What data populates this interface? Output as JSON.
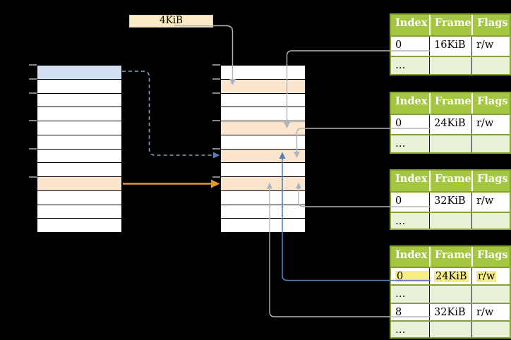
{
  "diagram": {
    "size_label": {
      "text": "4KiB"
    },
    "memory_columns": {
      "left": {
        "rows": [
          "blue",
          "white",
          "white",
          "white",
          "white",
          "white",
          "white",
          "white",
          "orange",
          "white",
          "white",
          "white"
        ],
        "tick_rows": [
          0,
          1,
          2,
          4,
          6,
          8
        ]
      },
      "middle": {
        "rows": [
          "white",
          "orange",
          "white",
          "white",
          "orange",
          "white",
          "orange",
          "white",
          "orange",
          "white",
          "white",
          "white"
        ],
        "tick_rows": [
          0,
          1,
          2,
          4,
          6,
          8
        ]
      }
    },
    "page_tables": [
      {
        "headers": [
          "Index",
          "Frame",
          "Flags"
        ],
        "rows": [
          {
            "cells": [
              "0",
              "16KiB",
              "r/w"
            ],
            "dots": false,
            "highlight": false
          },
          {
            "cells": [
              "…",
              "",
              ""
            ],
            "dots": true,
            "highlight": false
          }
        ]
      },
      {
        "headers": [
          "Index",
          "Frame",
          "Flags"
        ],
        "rows": [
          {
            "cells": [
              "0",
              "24KiB",
              "r/w"
            ],
            "dots": false,
            "highlight": false
          },
          {
            "cells": [
              "…",
              "",
              ""
            ],
            "dots": true,
            "highlight": false
          }
        ]
      },
      {
        "headers": [
          "Index",
          "Frame",
          "Flags"
        ],
        "rows": [
          {
            "cells": [
              "0",
              "32KiB",
              "r/w"
            ],
            "dots": false,
            "highlight": false
          },
          {
            "cells": [
              "…",
              "",
              ""
            ],
            "dots": true,
            "highlight": false
          }
        ]
      },
      {
        "headers": [
          "Index",
          "Frame",
          "Flags"
        ],
        "rows": [
          {
            "cells": [
              "0",
              "24KiB",
              "r/w"
            ],
            "dots": false,
            "highlight": true
          },
          {
            "cells": [
              "…",
              "",
              ""
            ],
            "dots": true,
            "highlight": false
          },
          {
            "cells": [
              "8",
              "32KiB",
              "r/w"
            ],
            "dots": false,
            "highlight": false
          },
          {
            "cells": [
              "…",
              "",
              ""
            ],
            "dots": true,
            "highlight": false
          }
        ]
      }
    ],
    "colors": {
      "bg": "#000000",
      "label": "#fcebc6",
      "blue-row": "#d2e0f2",
      "orange-row": "#fce5cd",
      "green": "#a4c640",
      "green-border": "#84a330",
      "dots": "#eaf1d9",
      "yellow": "#f6ee85",
      "gray-line": "#b4b4b4",
      "gray-head": "#abb4c4",
      "blue-line": "#4f81bd",
      "blue-dash": "#7da0cc",
      "orange-line": "#de9b28"
    }
  }
}
